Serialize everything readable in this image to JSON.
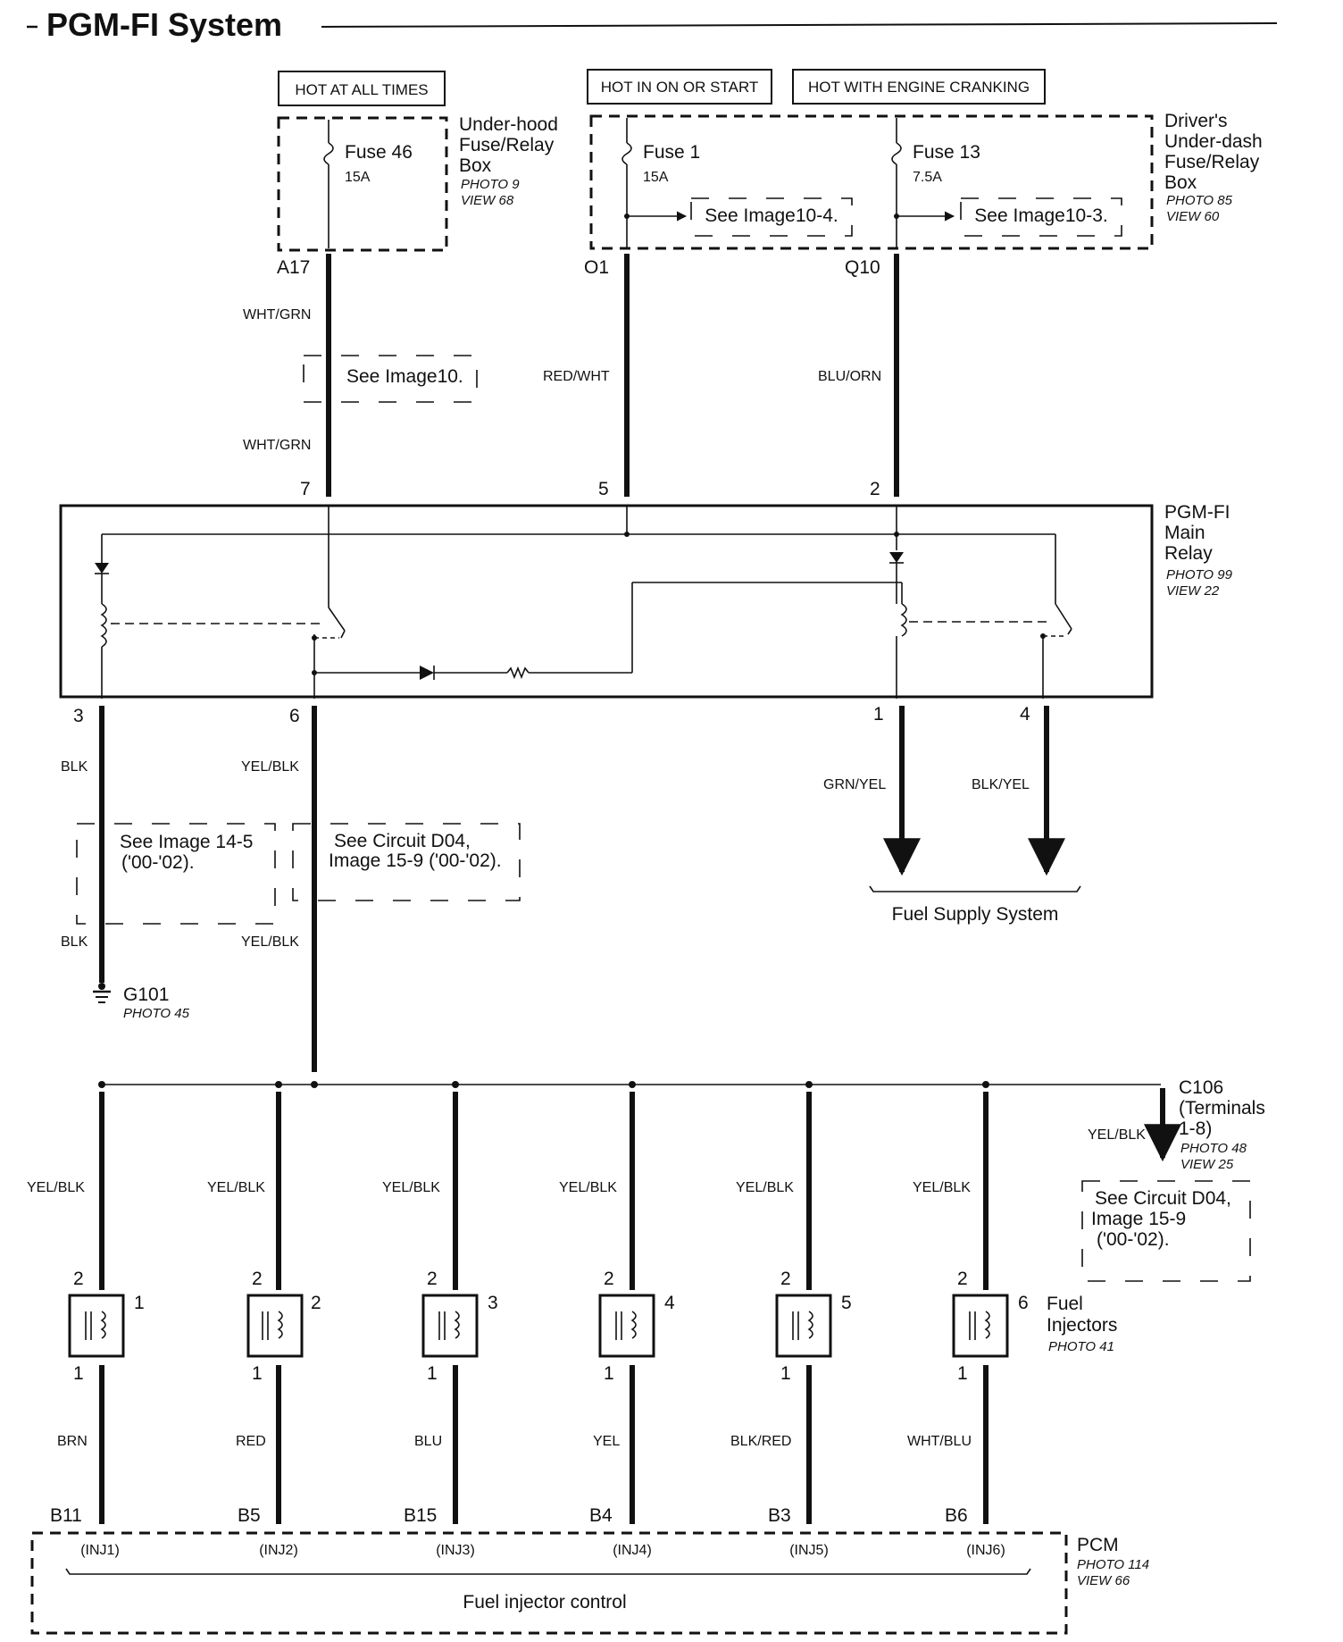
{
  "title": "PGM-FI System",
  "power": {
    "hot_all_times": "HOT AT ALL TIMES",
    "hot_on_start": "HOT IN ON OR START",
    "hot_cranking": "HOT WITH ENGINE CRANKING"
  },
  "underhood_box": {
    "name_lines": [
      "Under-hood",
      "Fuse/Relay",
      "Box"
    ],
    "photo": "PHOTO 9",
    "view": "VIEW 68",
    "fuse_name": "Fuse 46",
    "fuse_rating": "15A",
    "terminal": "A17"
  },
  "driver_box": {
    "name_lines": [
      "Driver's",
      "Under-dash",
      "Fuse/Relay",
      "Box"
    ],
    "photo": "PHOTO 85",
    "view": "VIEW 60",
    "fuse1_name": "Fuse 1",
    "fuse1_rating": "15A",
    "fuse13_name": "Fuse 13",
    "fuse13_rating": "7.5A",
    "see1": "See Image10-4.",
    "see2": "See Image10-3.",
    "term1": "O1",
    "term2": "Q10"
  },
  "wires_top": {
    "whtgrn": "WHT/GRN",
    "redwht": "RED/WHT",
    "bluorn": "BLU/ORN",
    "see_image10": "See Image10."
  },
  "relay": {
    "name_lines": [
      "PGM-FI",
      "Main",
      "Relay"
    ],
    "photo": "PHOTO 99",
    "view": "VIEW 22",
    "pin7": "7",
    "pin5": "5",
    "pin2": "2",
    "pin3": "3",
    "pin6": "6",
    "pin1": "1",
    "pin4": "4"
  },
  "lower_left": {
    "blk": "BLK",
    "yelblk": "YEL/BLK",
    "see14_lines": [
      "See Image 14-5",
      "('00-'02)."
    ],
    "seed04_lines": [
      "See Circuit D04,",
      "Image 15-9 ('00-'02)."
    ],
    "ground": "G101",
    "ground_photo": "PHOTO 45"
  },
  "fuel_supply": {
    "grnyel": "GRN/YEL",
    "blkyel": "BLK/YEL",
    "label": "Fuel Supply System"
  },
  "c106": {
    "name_lines": [
      "C106",
      "(Terminals",
      "1-8)"
    ],
    "photo": "PHOTO 48",
    "view": "VIEW 25",
    "wire": "YEL/BLK",
    "see_lines": [
      "See Circuit D04,",
      "Image 15-9",
      "('00-'02)."
    ]
  },
  "injectors": {
    "name_lines": [
      "Fuel",
      "Injectors"
    ],
    "photo": "PHOTO 41",
    "items": [
      {
        "num": "1",
        "top_wire": "YEL/BLK",
        "pin_top": "2",
        "pin_bot": "1",
        "bot_wire": "BRN",
        "pcm_term": "B11",
        "pcm_pin": "(INJ1)"
      },
      {
        "num": "2",
        "top_wire": "YEL/BLK",
        "pin_top": "2",
        "pin_bot": "1",
        "bot_wire": "RED",
        "pcm_term": "B5",
        "pcm_pin": "(INJ2)"
      },
      {
        "num": "3",
        "top_wire": "YEL/BLK",
        "pin_top": "2",
        "pin_bot": "1",
        "bot_wire": "BLU",
        "pcm_term": "B15",
        "pcm_pin": "(INJ3)"
      },
      {
        "num": "4",
        "top_wire": "YEL/BLK",
        "pin_top": "2",
        "pin_bot": "1",
        "bot_wire": "YEL",
        "pcm_term": "B4",
        "pcm_pin": "(INJ4)"
      },
      {
        "num": "5",
        "top_wire": "YEL/BLK",
        "pin_top": "2",
        "pin_bot": "1",
        "bot_wire": "BLK/RED",
        "pcm_term": "B3",
        "pcm_pin": "(INJ5)"
      },
      {
        "num": "6",
        "top_wire": "YEL/BLK",
        "pin_top": "2",
        "pin_bot": "1",
        "bot_wire": "WHT/BLU",
        "pcm_term": "B6",
        "pcm_pin": "(INJ6)"
      }
    ]
  },
  "pcm": {
    "name": "PCM",
    "photo": "PHOTO 114",
    "view": "VIEW 66",
    "control": "Fuel injector control"
  }
}
